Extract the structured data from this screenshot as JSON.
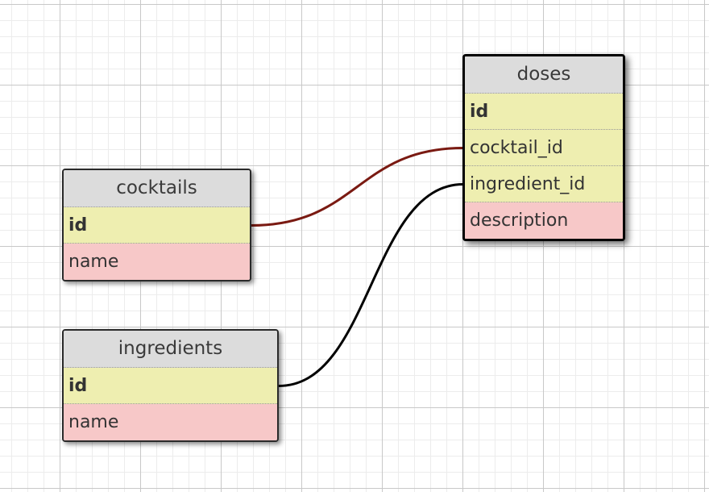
{
  "tables": [
    {
      "id": "doses",
      "title": "doses",
      "fields": [
        {
          "name": "id",
          "kind": "key",
          "primary": true
        },
        {
          "name": "cocktail_id",
          "kind": "key",
          "primary": false
        },
        {
          "name": "ingredient_id",
          "kind": "key",
          "primary": false
        },
        {
          "name": "description",
          "kind": "plain",
          "primary": false
        }
      ]
    },
    {
      "id": "cocktails",
      "title": "cocktails",
      "fields": [
        {
          "name": "id",
          "kind": "key",
          "primary": true
        },
        {
          "name": "name",
          "kind": "plain",
          "primary": false
        }
      ]
    },
    {
      "id": "ingredients",
      "title": "ingredients",
      "fields": [
        {
          "name": "id",
          "kind": "key",
          "primary": true
        },
        {
          "name": "name",
          "kind": "plain",
          "primary": false
        }
      ]
    }
  ],
  "relations": [
    {
      "from": "cocktails.id",
      "to": "doses.cocktail_id",
      "color": "#7a1a12"
    },
    {
      "from": "ingredients.id",
      "to": "doses.ingredient_id",
      "color": "#000000"
    }
  ],
  "colors": {
    "title_bg": "#dcdcdc",
    "key_field_bg": "#eeeeb0",
    "plain_field_bg": "#f7c8c8",
    "grid_major": "#c8c8c8",
    "grid_minor": "#ececec"
  }
}
